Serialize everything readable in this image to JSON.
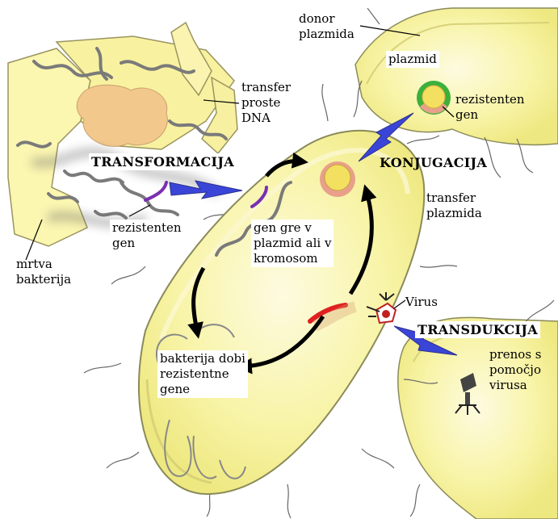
{
  "labels": {
    "donor_plazmida": "donor\nplazmida",
    "plazmid": "plazmid",
    "rezistenten_gen_top": "rezistenten\ngen",
    "transfer_proste_dna": "transfer\nproste\nDNA",
    "transformacija": "TRANSFORMACIJA",
    "konjugacija": "KONJUGACIJA",
    "transfer_plazmida": "transfer\nplazmida",
    "rezistenten_gen_left": "rezistenten\ngen",
    "gen_gre": "gen gre v\nplazmid ali v\nkromosom",
    "mrtva_bakterija": "mrtva\nbakterija",
    "virus": "Virus",
    "transdukcija": "TRANSDUKCIJA",
    "prenos": "prenos s\npomočjo\nvirusa",
    "bakterija_dobi": "bakterija dobi\nrezistentne\ngene"
  },
  "colors": {
    "cell_fill": "#f7f3a0",
    "cell_stroke": "#8a8a5a",
    "plasmid_green": "#3bb03b",
    "plasmid_pink": "#e8a08a",
    "resistance_purple": "#7a2fb0",
    "resistance_red": "#e02020",
    "arrow_blue": "#3a45d8",
    "dna_gray": "#777777"
  }
}
